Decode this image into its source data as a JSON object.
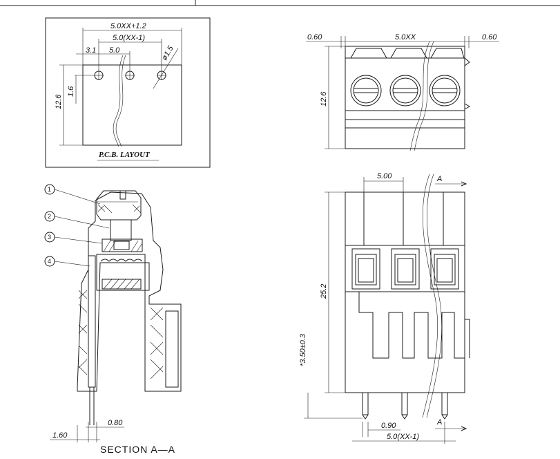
{
  "pcb_layout": {
    "title": "P.C.B. LAYOUT",
    "dim_total": "5.0XX+1.2",
    "dim_pitch_sum": "5.0(XX-1)",
    "dim_edge": "3.1",
    "dim_pitch": "5.0",
    "dim_hole": "ø1.5",
    "dim_height": "12.6",
    "dim_offset": "1.6"
  },
  "top_view": {
    "dim_left": "0.60",
    "dim_mid": "5.0XX",
    "dim_right": "0.60",
    "dim_height": "12.6"
  },
  "section": {
    "title": "SECTION A—A",
    "callouts": [
      "1",
      "2",
      "3",
      "4"
    ],
    "dim_plate": "0.80",
    "dim_base": "1.60"
  },
  "front_view": {
    "dim_pitch": "5.00",
    "dim_height": "25.2",
    "dim_pin": "*3.50±0.3",
    "dim_pin_width": "0.90",
    "dim_bottom": "5.0(XX-1)",
    "section_marker_top": "A",
    "section_marker_bottom": "A"
  }
}
